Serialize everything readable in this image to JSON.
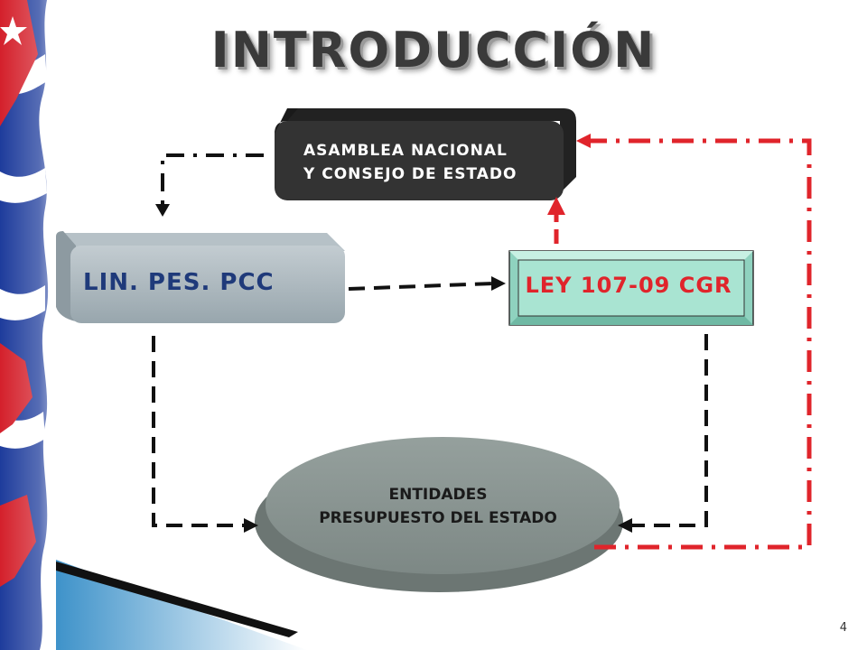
{
  "title": "INTRODUCCIÓN",
  "nodes": {
    "asamblea": {
      "line1": "ASAMBLEA NACIONAL",
      "line2": "Y CONSEJO DE ESTADO"
    },
    "lin": {
      "label": "LIN. PES. PCC"
    },
    "ley": {
      "label": "LEY 107-09 CGR"
    },
    "entidades": {
      "line1": "ENTIDADES",
      "line2": "PRESUPUESTO DEL ESTADO"
    }
  },
  "slide_number": "4",
  "colors": {
    "title": "#3a3a3a",
    "dark_box": "#333333",
    "lin_box": "#a9b6bd",
    "lin_text": "#1f3a7a",
    "ley_box": "#a9e4d2",
    "ley_text": "#e0242b",
    "ellipse": "#8a9592",
    "black_connector": "#111111",
    "red_connector": "#e0242b"
  }
}
